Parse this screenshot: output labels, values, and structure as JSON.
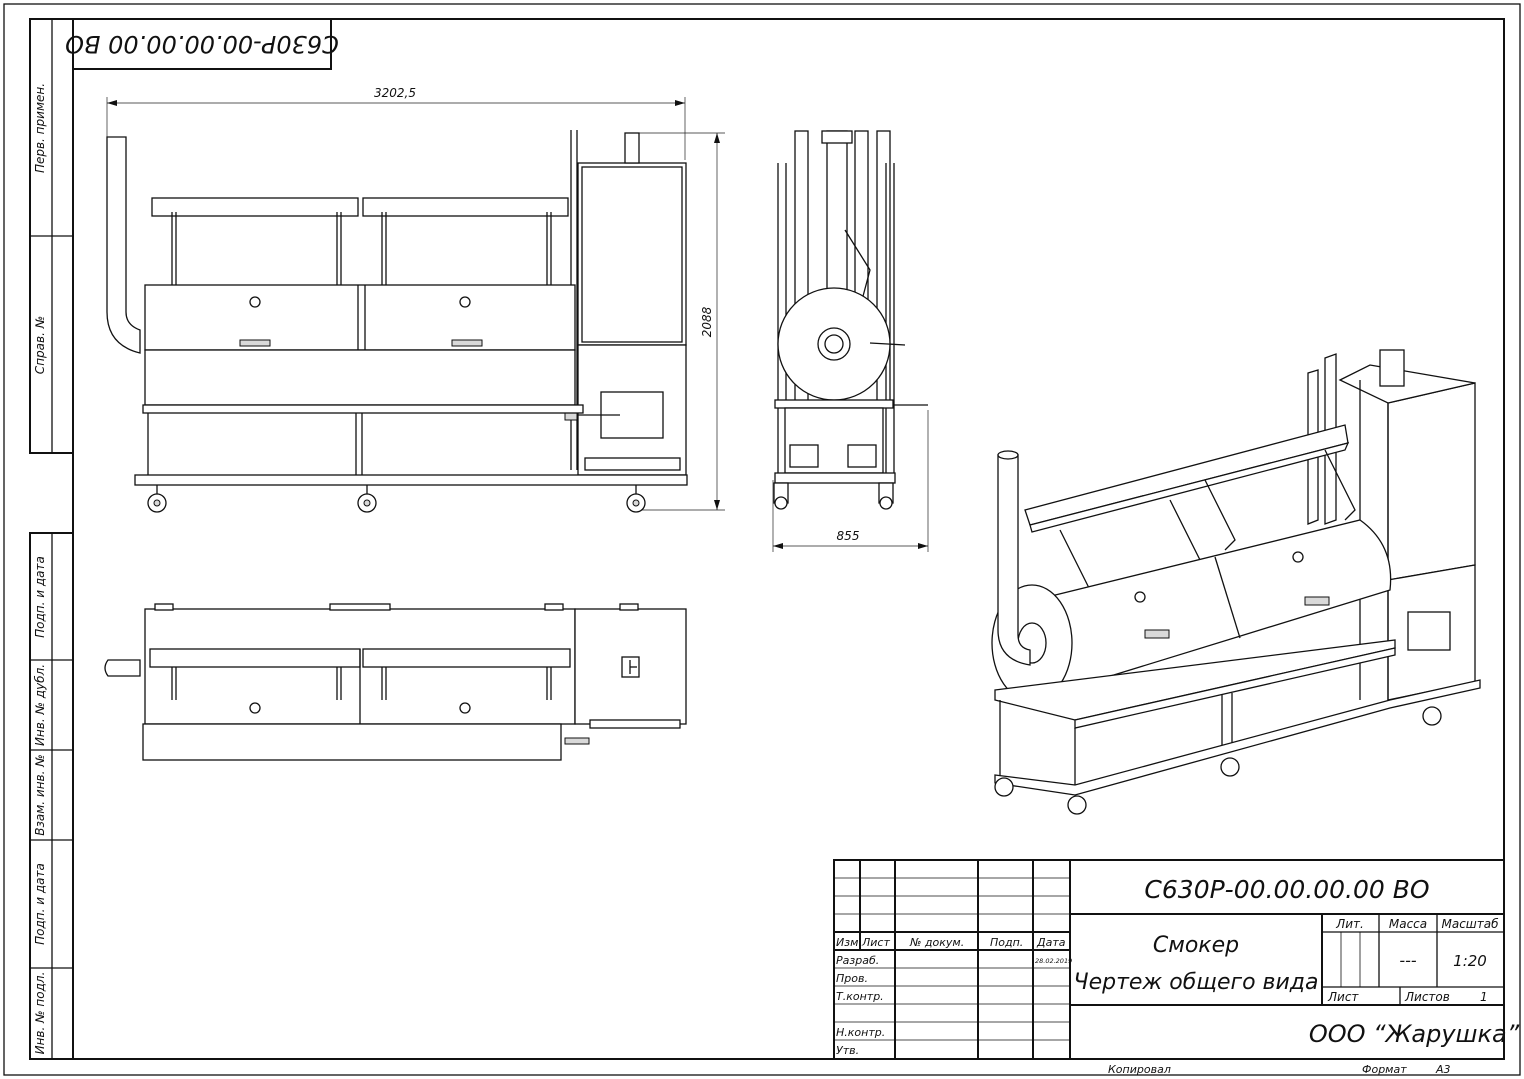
{
  "drawing": {
    "code": "С630Р-00.00.00.00 ВО",
    "code_rotated": "С630Р-00.00.00.00 ВО",
    "title_line1": "Смокер",
    "title_line2": "Чертеж общего вида",
    "company": "ООО “Жарушка”",
    "copied_label": "Копировал",
    "format_label": "Формат",
    "format_value": "А3"
  },
  "side_strip": {
    "perv_primen": "Перв. примен.",
    "sprav_no": "Справ. №",
    "podp_data_1": "Подп. и дата",
    "inv_dubl": "Инв. № дубл.",
    "vzam_inv": "Взам. инв. №",
    "podp_data_2": "Подп. и дата",
    "inv_podl": "Инв. № подл."
  },
  "title_block": {
    "col_izm": "Изм.",
    "col_list": "Лист",
    "col_dokum": "№ докум.",
    "col_podp": "Подп.",
    "col_data": "Дата",
    "row_razrab": "Разраб.",
    "row_prov": "Пров.",
    "row_tkontr": "Т.контр.",
    "row_nkontr": "Н.контр.",
    "row_utv": "Утв.",
    "date_value": "28.02.2019",
    "lit_label": "Лит.",
    "massa_label": "Масса",
    "masshtab_label": "Масштаб",
    "massa_value": "---",
    "masshtab_value": "1:20",
    "list_label": "Лист",
    "listov_label": "Листов",
    "listov_value": "1"
  },
  "dimensions": {
    "length": "3202,5",
    "height": "2088",
    "width": "855"
  }
}
